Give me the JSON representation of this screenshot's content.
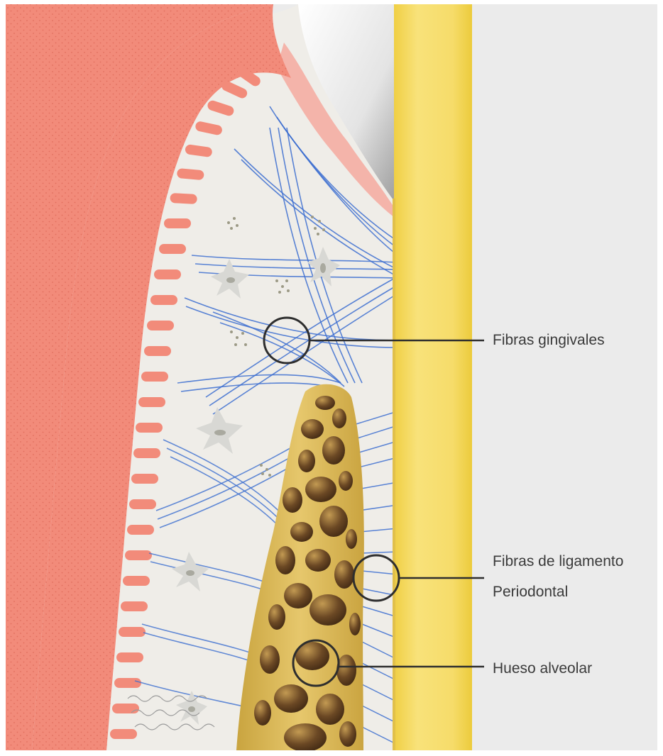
{
  "labels": {
    "gingival_fibers": "Fibras gingivales",
    "pdl_fibers_line1": "Fibras de ligamento",
    "pdl_fibers_line2": "Periodontal",
    "alveolar_bone": "Hueso alveolar"
  },
  "colors": {
    "background": "#ebebeb",
    "gingiva": "#f28b7a",
    "connective_tissue": "#efede8",
    "enamel": "#dcdcdc",
    "tooth_root": "#f4d65a",
    "fibers": "#3d6fd0",
    "bone": "#d9b65a",
    "bone_marrow": "#5a3a1e",
    "callout": "#2e2e2e"
  },
  "icons": {
    "callout_marker": "circle-outline"
  }
}
